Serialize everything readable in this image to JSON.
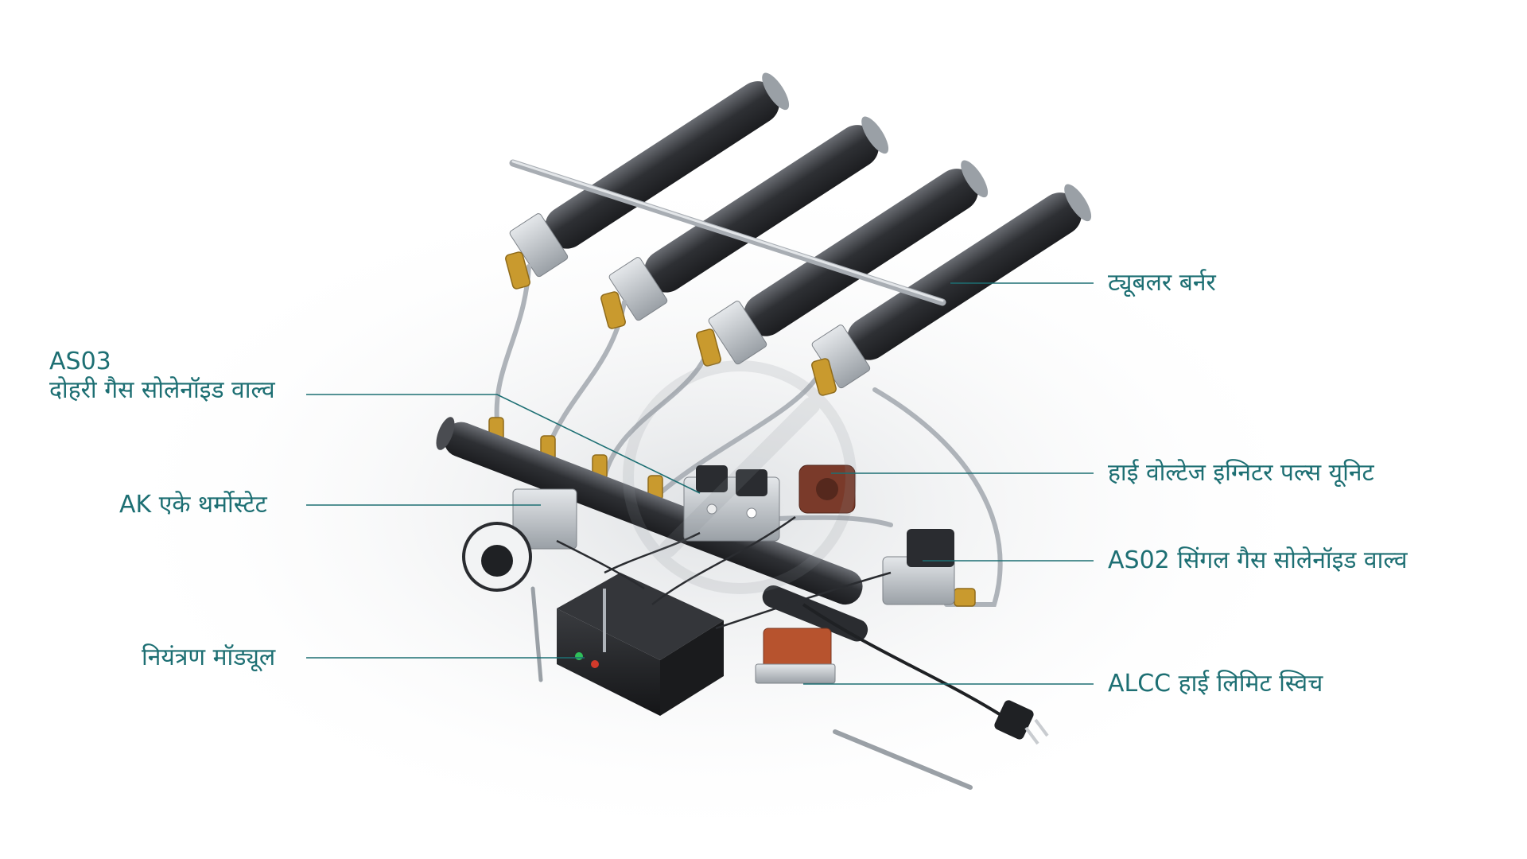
{
  "diagram": {
    "colors": {
      "label": "#1d6f73",
      "leader": "#1d6f73",
      "tube_dark": "#2b2d31",
      "tube_light": "#5a5d63",
      "metal": "#b9bec4",
      "brass": "#c99a2e",
      "module": "#1f2124"
    },
    "labels": {
      "tubular_burner": "ट्यूबलर बर्नर",
      "dual_valve_code": "AS03",
      "dual_valve_name": "दोहरी गैस सोलेनॉइड वाल्व",
      "igniter": "हाई वोल्टेज इग्निटर पल्स यूनिट",
      "thermostat": "AK एके थर्मोस्टेट",
      "single_valve": "AS02 सिंगल गैस सोलेनॉइड वाल्व",
      "control_module": "नियंत्रण मॉड्यूल",
      "high_limit": "ALCC हाई लिमिट स्विच"
    },
    "watermark_icon": "brand-logo-watermark"
  }
}
